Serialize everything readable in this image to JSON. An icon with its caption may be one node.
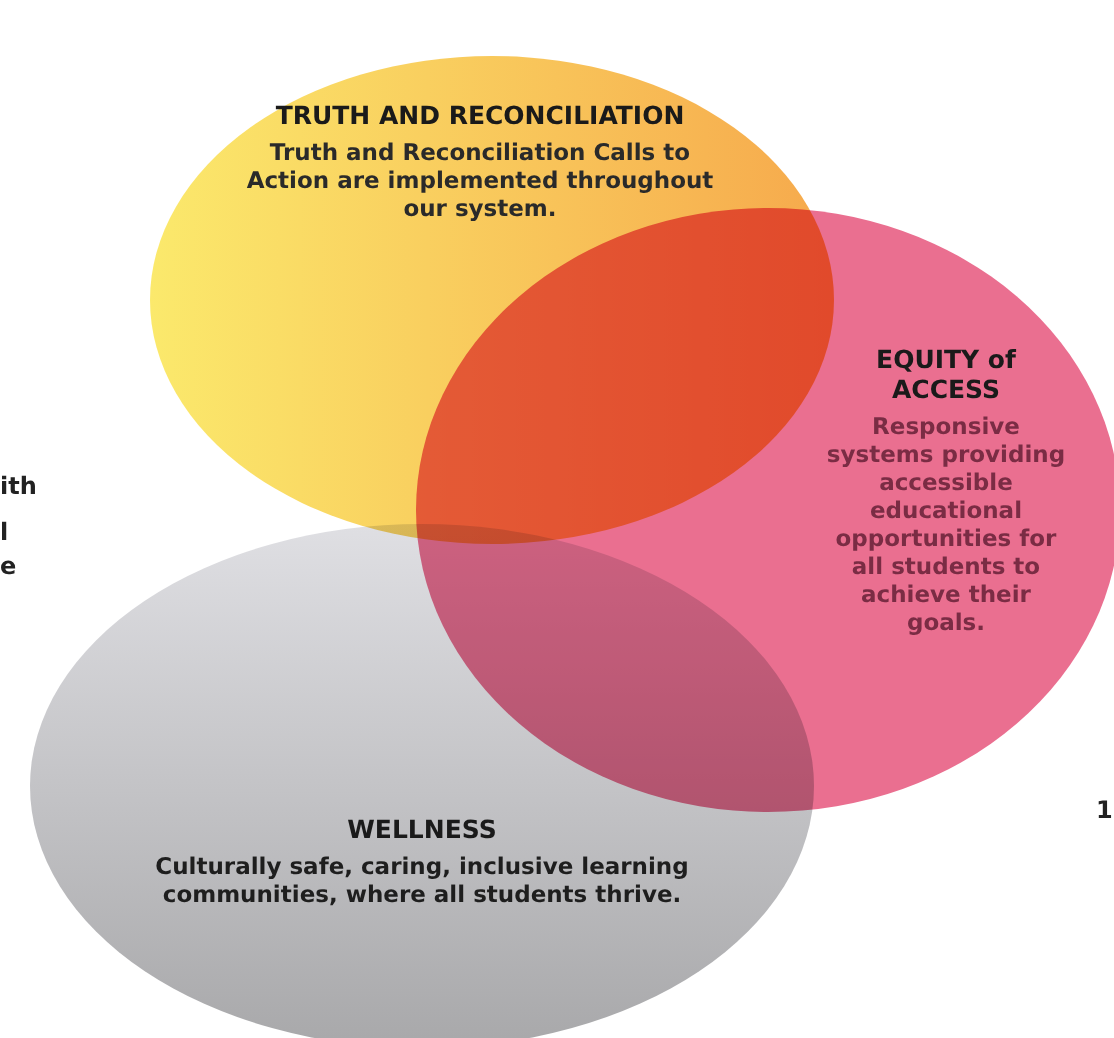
{
  "diagram": {
    "nodes": [
      {
        "text": [
          "TRUTH AND RECONCILIATION",
          "Truth and Reconciliation Calls to Action are implemented throughout our system."
        ]
      },
      {
        "text": [
          "EQUITY of ACCESS",
          "Responsive systems providing accessible educational opportunities for all students to achieve their goals."
        ]
      },
      {
        "text": [
          "WELLNESS",
          "Culturally safe, caring, inclusive learning communities, where all students thrive."
        ]
      }
    ],
    "labels": [
      "ith",
      "l",
      "e",
      "1"
    ]
  }
}
